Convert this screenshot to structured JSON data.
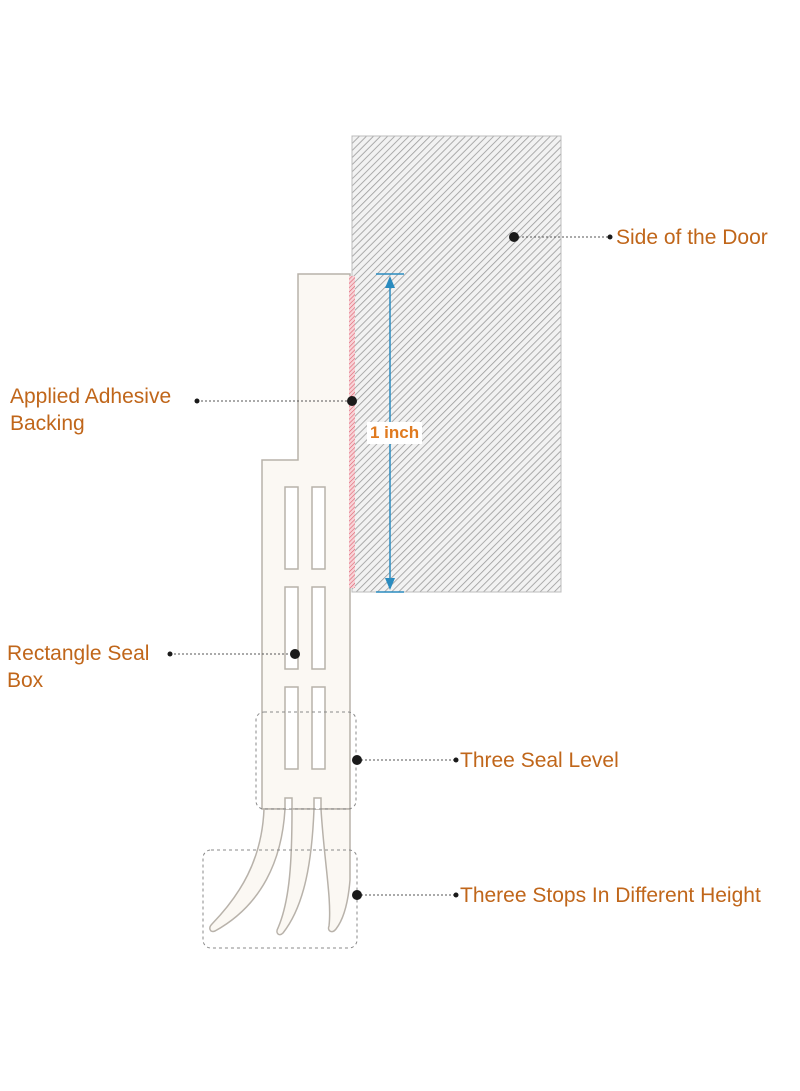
{
  "labels": {
    "door": "Side of the Door",
    "adhesive_line1": "Applied Adhesive",
    "adhesive_line2": "Backing",
    "seal_box_line1": "Rectangle Seal",
    "seal_box_line2": "Box",
    "seal_level": "Three Seal Level",
    "stops": "Theree Stops In Different Height"
  },
  "measurement": {
    "value": "1 inch"
  },
  "colors": {
    "label_text": "#c0661a",
    "measure_text": "#e07a1f",
    "measure_line": "#2a8bbf",
    "adhesive": "#e06070",
    "door_hatch": "#9a9a9a",
    "seal_fill": "#fbf8f3",
    "seal_stroke": "#b8b2aa"
  }
}
